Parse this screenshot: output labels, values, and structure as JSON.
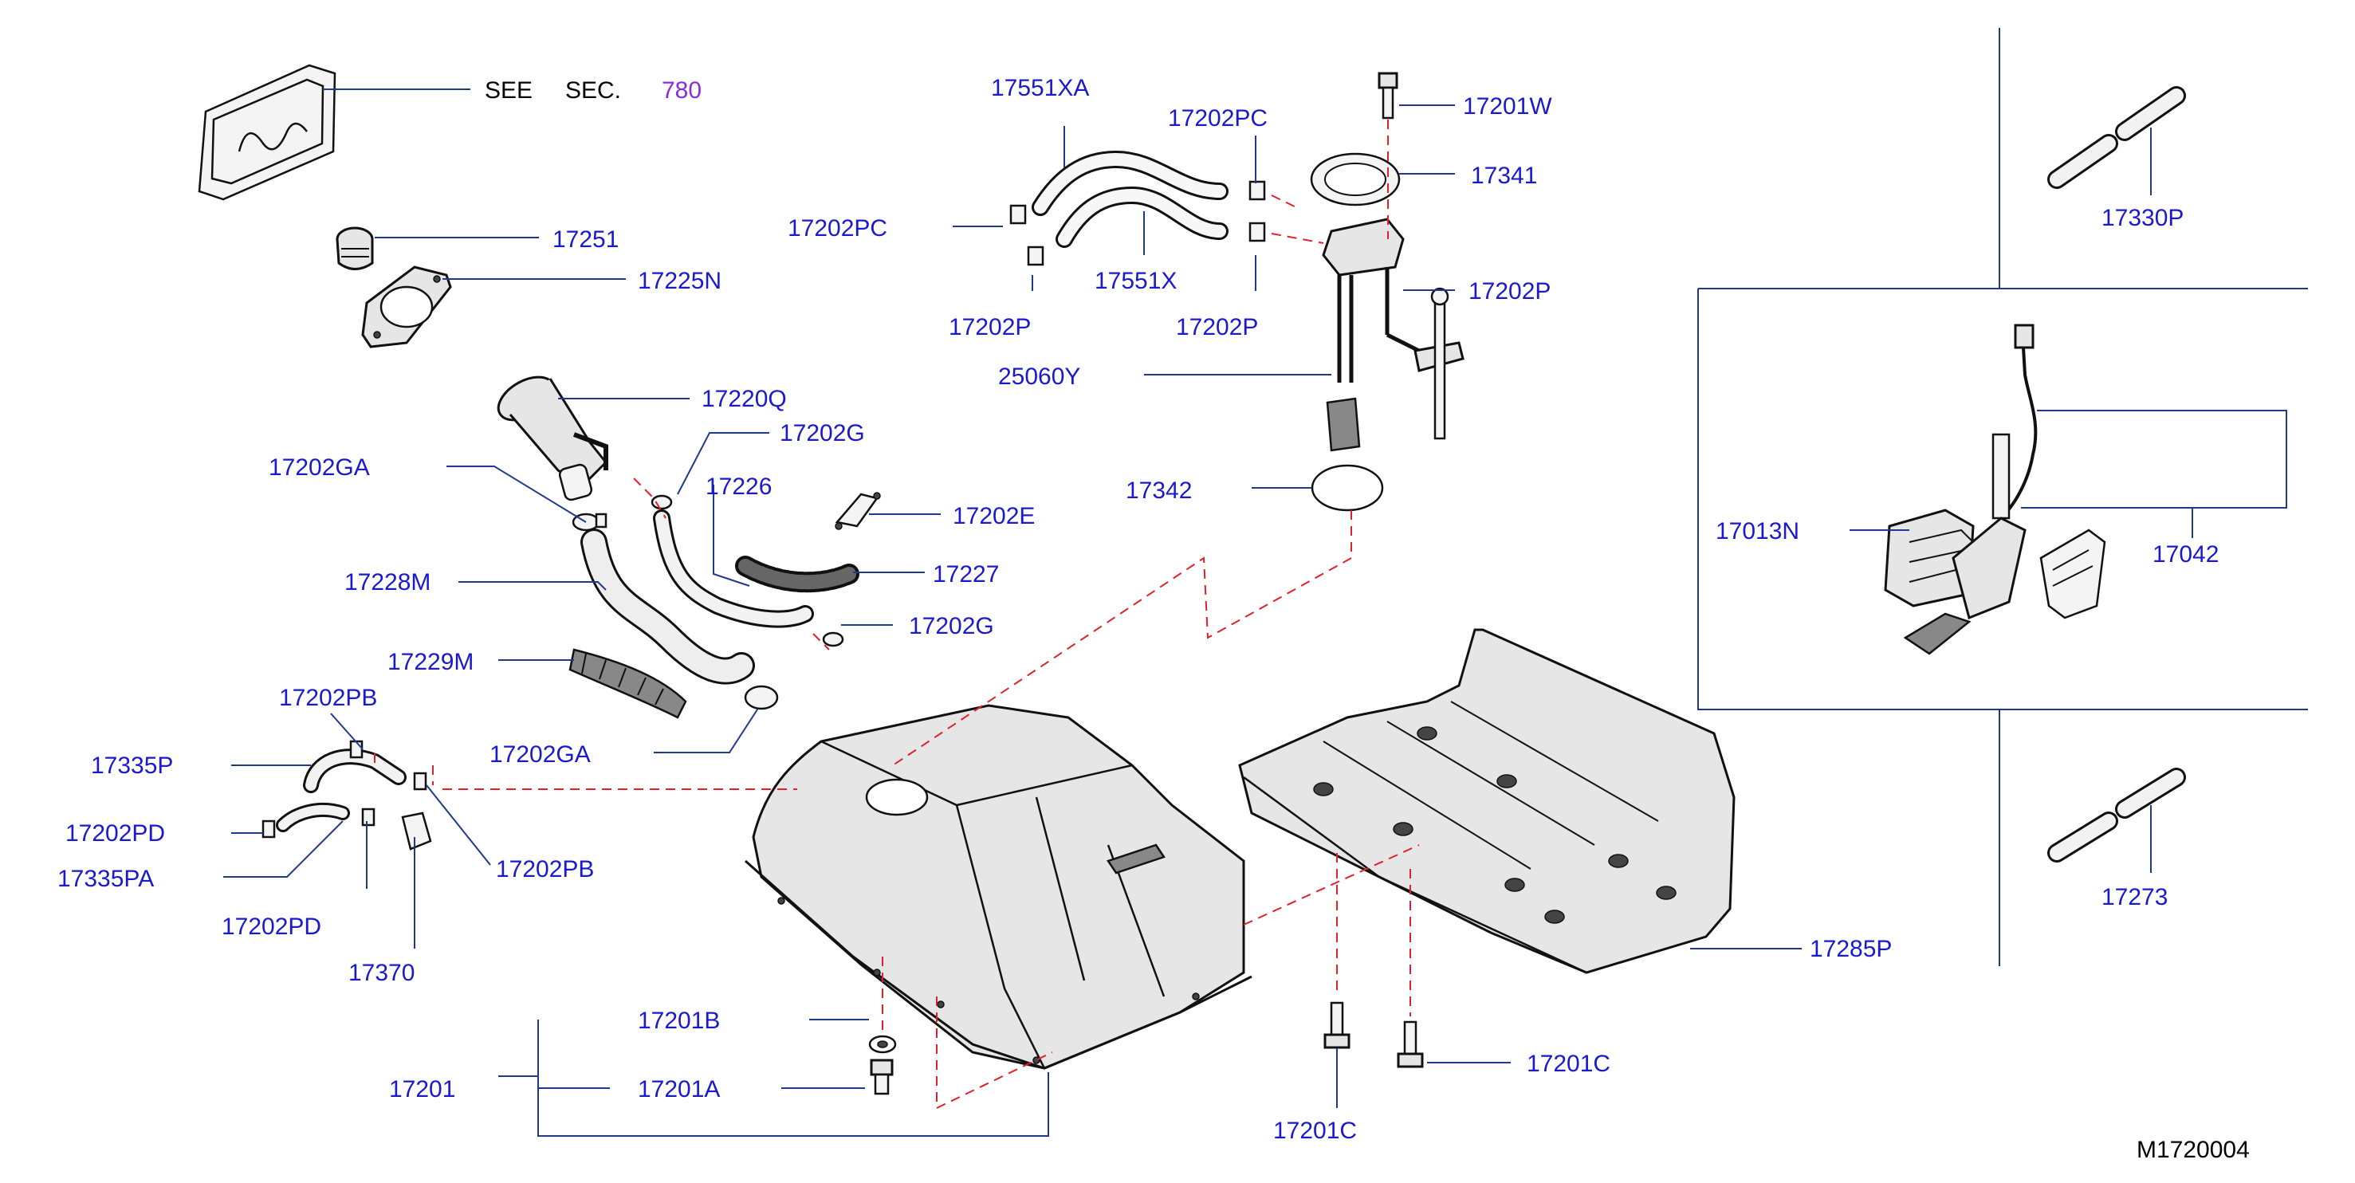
{
  "diagram_code": "M1720004",
  "see_sec": {
    "prefix": "SEE",
    "sec": "SEC.",
    "number": "780"
  },
  "colors": {
    "label": "#1a1acc",
    "leader": "#1f3a8a",
    "dashed": "#e0202a",
    "see_number": "#8a2be2"
  },
  "labels": {
    "p17551XA": "17551XA",
    "p17202PC_top": "17202PC",
    "p17201W": "17201W",
    "p17341": "17341",
    "p17202PC_left": "17202PC",
    "p17551X": "17551X",
    "p17202P_a": "17202P",
    "p17202P_b": "17202P",
    "p17202P_c": "17202P",
    "p25060Y": "25060Y",
    "p17251": "17251",
    "p17225N": "17225N",
    "p17220Q": "17220Q",
    "p17202G_top": "17202G",
    "p17202GA_top": "17202GA",
    "p17226": "17226",
    "p17202E": "17202E",
    "p17342": "17342",
    "p17228M": "17228M",
    "p17227": "17227",
    "p17202G_mid": "17202G",
    "p17229M": "17229M",
    "p17202PB_top": "17202PB",
    "p17202GA_bot": "17202GA",
    "p17335P": "17335P",
    "p17202PD_left": "17202PD",
    "p17202PB_right": "17202PB",
    "p17335PA": "17335PA",
    "p17202PD_bot": "17202PD",
    "p17370": "17370",
    "p17201B": "17201B",
    "p17201": "17201",
    "p17201A": "17201A",
    "p17201C_bot": "17201C",
    "p17201C_right": "17201C",
    "p17285P": "17285P",
    "p17330P": "17330P",
    "p17013N": "17013N",
    "p17042": "17042",
    "p17273": "17273"
  }
}
